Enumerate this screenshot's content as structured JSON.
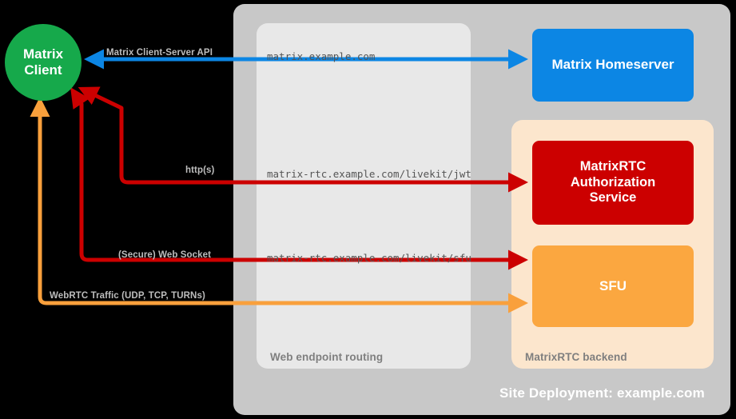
{
  "diagram": {
    "title": "Site Deployment: example.com",
    "containers": [
      {
        "name": "web-endpoint-routing",
        "label": "Web endpoint routing",
        "color": "#e8e8e8"
      },
      {
        "name": "matrixrtc-backend",
        "label": "MatrixRTC backend",
        "color": "#fce6cd"
      },
      {
        "name": "site-deployment",
        "label": "Site Deployment: example.com",
        "color": "#c8c8c8"
      }
    ],
    "nodes": [
      {
        "name": "matrix-client",
        "label": "Matrix\nClient",
        "line1": "Matrix",
        "line2": "Client",
        "color": "#16a94b",
        "shape": "circle"
      },
      {
        "name": "matrix-homeserver",
        "label": "Matrix Homeserver",
        "color": "#0c86e4",
        "shape": "rounded-rect"
      },
      {
        "name": "matrixrtc-authorization-service",
        "label": "MatrixRTC Authorization Service",
        "line1": "MatrixRTC",
        "line2": "Authorization",
        "line3": "Service",
        "color": "#cc0000",
        "shape": "rounded-rect"
      },
      {
        "name": "sfu",
        "label": "SFU",
        "color": "#fba740",
        "shape": "rounded-rect"
      }
    ],
    "edges": [
      {
        "name": "matrix-client-server-api",
        "label": "Matrix Client-Server API",
        "url": "matrix.example.com",
        "color": "#0c86e4",
        "from": "matrix-homeserver",
        "to": "matrix-client"
      },
      {
        "name": "https-jwt",
        "label": "http(s)",
        "url": "matrix-rtc.example.com/livekit/jwt",
        "color": "#cc0000",
        "from": "matrixrtc-authorization-service",
        "to": "matrix-client"
      },
      {
        "name": "secure-web-socket",
        "label": "(Secure) Web Socket",
        "url": "matrix-rtc.example.com/livekit/sfu",
        "color": "#cc0000",
        "from": "sfu",
        "to": "matrix-client"
      },
      {
        "name": "webrtc-traffic",
        "label": "WebRTC Traffic (UDP, TCP, TURNs)",
        "url": "",
        "color": "#f9a03c",
        "from": "sfu",
        "to": "matrix-client"
      }
    ]
  }
}
